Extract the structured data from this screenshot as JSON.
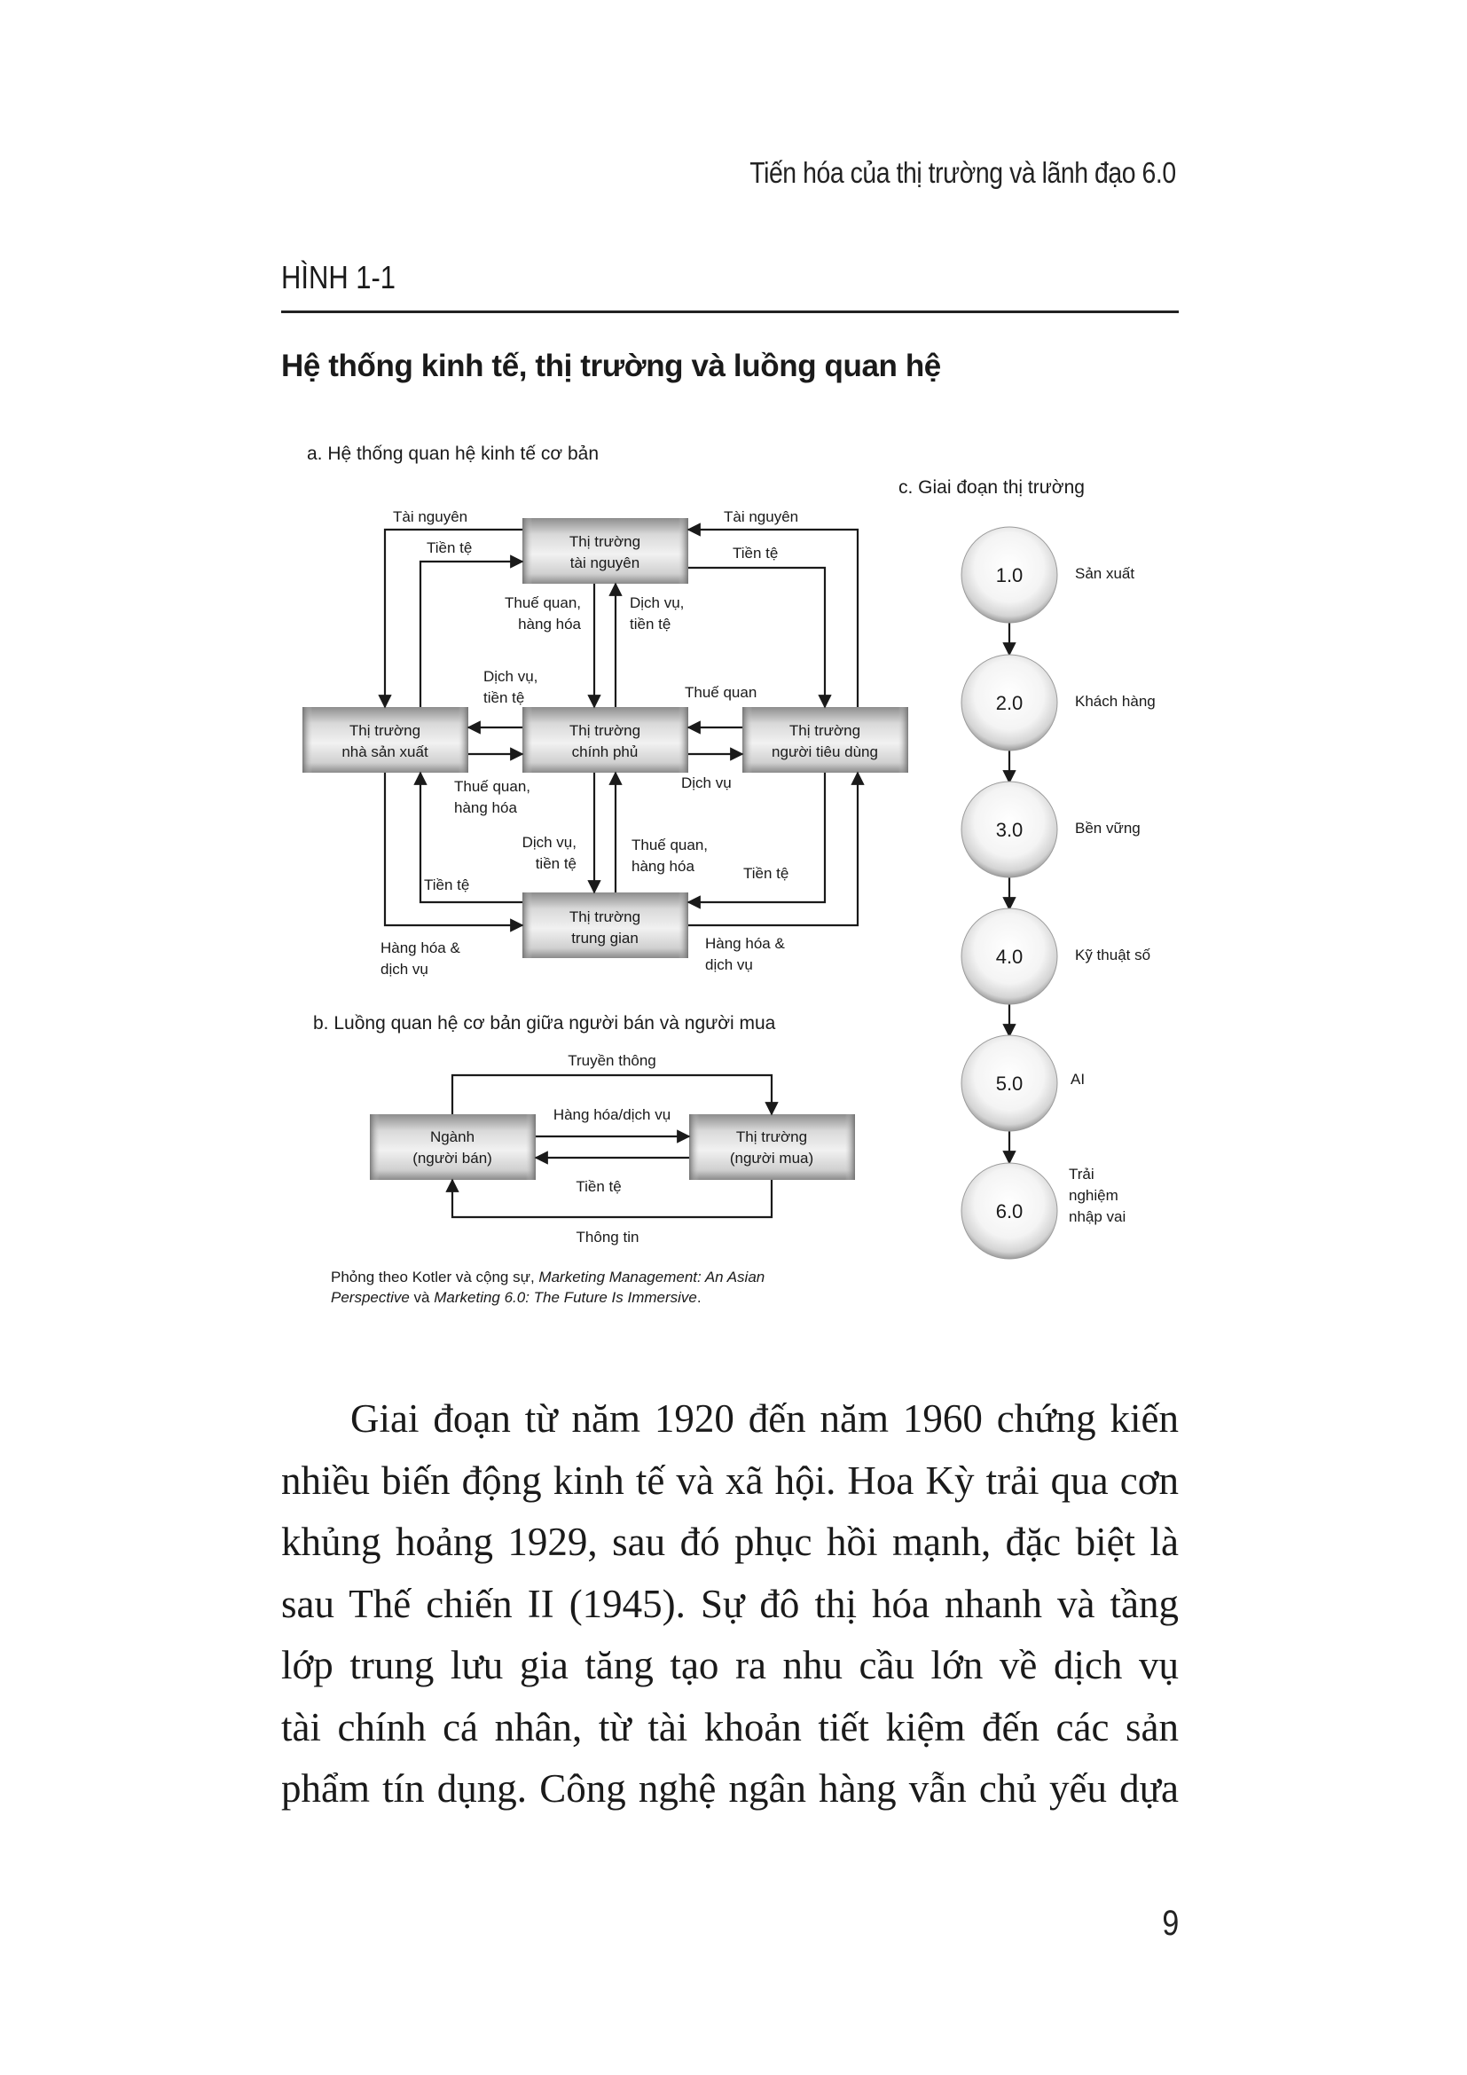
{
  "running_head": "Tiến hóa của thị trường và lãnh đạo 6.0",
  "figure": {
    "label": "HÌNH 1-1",
    "title": "Hệ thống kinh tế, thị trường và luồng quan hệ",
    "panel_a": {
      "title": "a. Hệ thống quan hệ kinh tế cơ bản",
      "boxes": {
        "resource": [
          "Thị trường",
          "tài nguyên"
        ],
        "producer": [
          "Thị trường",
          "nhà sản xuất"
        ],
        "government": [
          "Thị trường",
          "chính phủ"
        ],
        "consumer": [
          "Thị trường",
          "người tiêu dùng"
        ],
        "intermediary": [
          "Thị trường",
          "trung gian"
        ]
      },
      "labels": {
        "tl_resource": "Tài nguyên",
        "tl_money": "Tiền tệ",
        "tr_resource": "Tài nguyên",
        "tr_money": "Tiền tệ",
        "top_taxes_goods": [
          "Thuế quan,",
          "hàng hóa"
        ],
        "top_services_money": [
          "Dịch vụ,",
          "tiền tệ"
        ],
        "left_services_money": [
          "Dịch vụ,",
          "tiền tệ"
        ],
        "right_taxes": "Thuế quan",
        "left_taxes_goods": [
          "Thuế quan,",
          "hàng hóa"
        ],
        "right_services": "Dịch vụ",
        "bottom_services_money": [
          "Dịch vụ,",
          "tiền tệ"
        ],
        "bottom_taxes_goods": [
          "Thuế quan,",
          "hàng hóa"
        ],
        "bl_money": "Tiền tệ",
        "br_money": "Tiền tệ",
        "bl_goods_services": [
          "Hàng hóa &",
          "dịch vụ"
        ],
        "br_goods_services": [
          "Hàng hóa &",
          "dịch vụ"
        ]
      }
    },
    "panel_b": {
      "title": "b. Luồng quan hệ cơ bản giữa người bán và người mua",
      "seller": [
        "Ngành",
        "(người bán)"
      ],
      "buyer": [
        "Thị trường",
        "(người mua)"
      ],
      "communication": "Truyền thông",
      "goods_services": "Hàng hóa/dịch vụ",
      "money": "Tiền tệ",
      "information": "Thông tin"
    },
    "panel_c": {
      "title": "c. Giai đoạn thị trường",
      "stages": [
        {
          "version": "1.0",
          "label": [
            "Sản xuất"
          ]
        },
        {
          "version": "2.0",
          "label": [
            "Khách hàng"
          ]
        },
        {
          "version": "3.0",
          "label": [
            "Bền vững"
          ]
        },
        {
          "version": "4.0",
          "label": [
            "Kỹ thuật số"
          ]
        },
        {
          "version": "5.0",
          "label": [
            "AI"
          ]
        },
        {
          "version": "6.0",
          "label": [
            "Trải",
            "nghiệm",
            "nhập vai"
          ]
        }
      ]
    },
    "source": {
      "prefix": "Phỏng theo Kotler và cộng sự, ",
      "book1": "Marketing Management: An Asian",
      "book1_cont": "Perspective",
      "conj": " và ",
      "book2": "Marketing 6.0: The Future Is Immersive",
      "end": "."
    }
  },
  "body_lines": [
    "Giai đoạn từ năm 1920 đến năm 1960 chứng kiến",
    "nhiều biến động kinh tế và xã hội. Hoa Kỳ trải qua cơn",
    "khủng hoảng 1929, sau đó phục hồi mạnh, đặc biệt là",
    "sau Thế chiến II (1945). Sự đô thị hóa nhanh và tầng",
    "lớp trung lưu gia tăng tạo ra nhu cầu lớn về dịch vụ",
    "tài chính cá nhân, từ tài khoản tiết kiệm đến các sản",
    "phẩm tín dụng. Công nghệ ngân hàng vẫn chủ yếu dựa"
  ],
  "page_number": "9"
}
